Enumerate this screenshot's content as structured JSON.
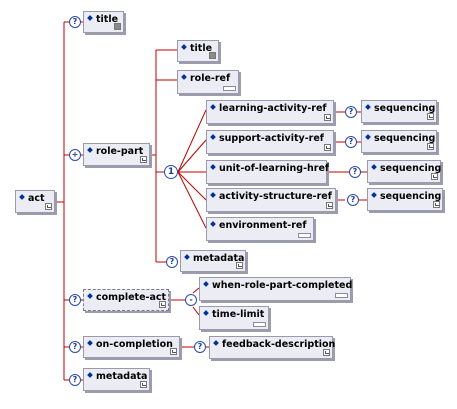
{
  "nodes": {
    "act": "act",
    "title": "title",
    "role_part": "role-part",
    "role_part_title": "title",
    "role_ref": "role-ref",
    "learning_activity_ref": "learning-activity-ref",
    "support_activity_ref": "support-activity-ref",
    "unit_of_learning_href": "unit-of-learning-href",
    "activity_structure_ref": "activity-structure-ref",
    "environment_ref": "environment-ref",
    "role_part_metadata": "metadata",
    "seq_1": "sequencing",
    "seq_2": "sequencing",
    "seq_3": "sequencing",
    "seq_4": "sequencing",
    "complete_act": "complete-act",
    "when_role_part_completed": "when-role-part-completed",
    "time_limit": "time-limit",
    "on_completion": "on-completion",
    "feedback_description": "feedback-description",
    "act_metadata": "metadata"
  },
  "markers": {
    "optional": "?",
    "one_or_more": "+",
    "choice": "1",
    "choice_small": "-"
  },
  "colors": {
    "connector": "#c00000",
    "box_fill": "#ececf4",
    "marker_border": "#2a4aa8"
  }
}
